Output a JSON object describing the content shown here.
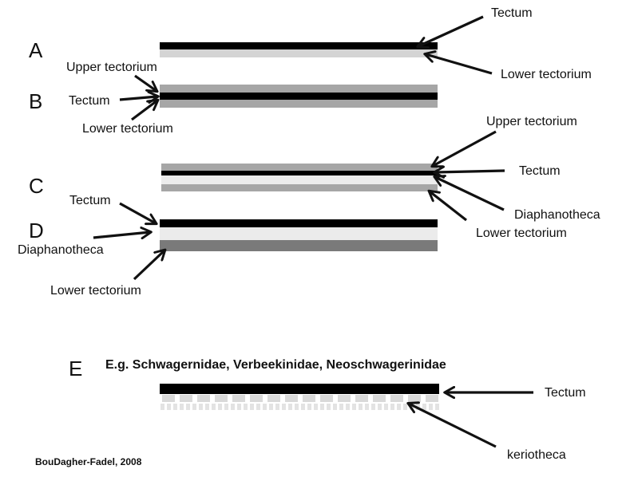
{
  "panels": {
    "a": {
      "letter": "A",
      "labels": {
        "tectum": "Tectum",
        "lower_tectorium": "Lower tectorium"
      }
    },
    "b": {
      "letter": "B",
      "labels": {
        "upper_tectorium": "Upper tectorium",
        "tectum": "Tectum",
        "lower_tectorium": "Lower tectorium"
      }
    },
    "c": {
      "letter": "C",
      "labels": {
        "upper_tectorium": "Upper tectorium",
        "tectum": "Tectum",
        "diaphanotheca": "Diaphanotheca",
        "lower_tectorium": "Lower tectorium"
      }
    },
    "d": {
      "letter": "D",
      "labels": {
        "tectum": "Tectum",
        "diaphanotheca": "Diaphanotheca",
        "lower_tectorium": "Lower tectorium"
      }
    },
    "e": {
      "letter": "E",
      "heading": "E.g. Schwagernidae, Verbeekinidae, Neoschwagerinidae",
      "labels": {
        "tectum": "Tectum",
        "keriotheca": "keriotheca"
      }
    }
  },
  "credit": "BouDagher-Fadel, 2008",
  "colors": {
    "tectum": "#000000",
    "tectorium": "#a6a6a6",
    "diaphanotheca": "#e6e6e6",
    "lower_tectorium_dark": "#7a7a7a",
    "keriotheca": "#d9d9d9",
    "arrow": "#111111"
  }
}
